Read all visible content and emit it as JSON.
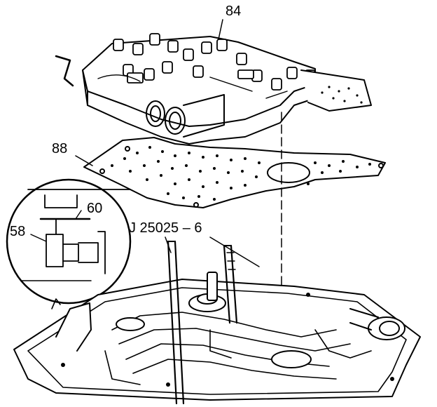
{
  "callouts": {
    "valve_body": "84",
    "spacer_plate": "88",
    "detail_60": "60",
    "detail_58": "58",
    "tool": "J 25025 – 6"
  },
  "colors": {
    "ink": "#000000",
    "paper": "#ffffff"
  }
}
